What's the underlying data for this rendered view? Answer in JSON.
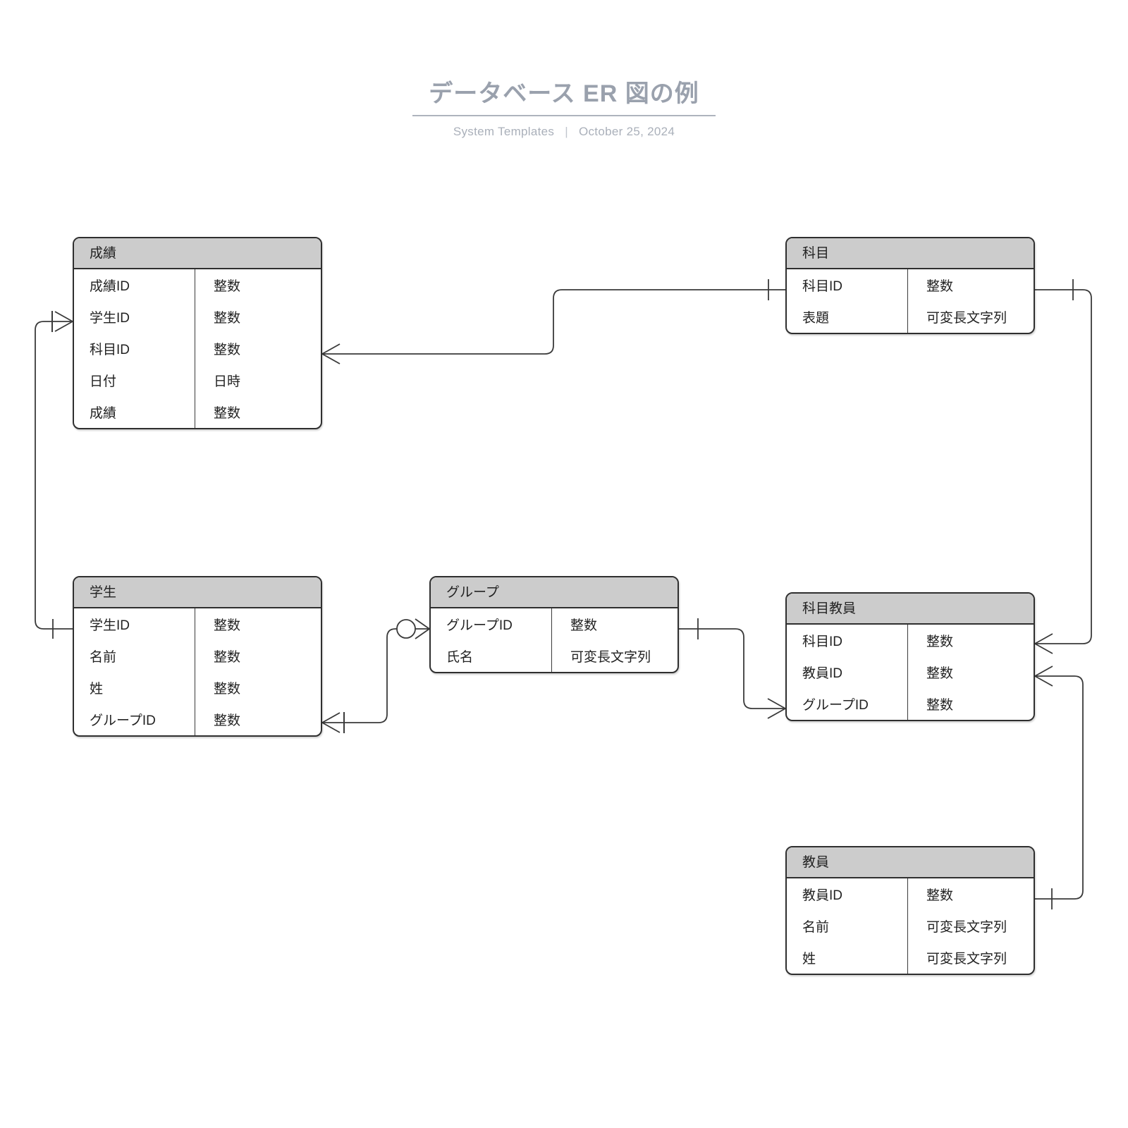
{
  "header": {
    "title": "データベース ER 図の例",
    "subtitle_left": "System Templates",
    "subtitle_sep": "|",
    "subtitle_right": "October 25, 2024"
  },
  "colors": {
    "title_text": "#9aa1ad",
    "subtitle_text": "#aab0ba",
    "entity_header_bg": "#cccccc",
    "entity_border": "#2f2f2f",
    "connector_line": "#3a3a3a",
    "page_bg": "#ffffff"
  },
  "diagram": {
    "type": "er-diagram",
    "notation": "crow's-foot",
    "entities": [
      {
        "id": "grades",
        "name": "成績",
        "attributes": [
          {
            "name": "成績ID",
            "type": "整数"
          },
          {
            "name": "学生ID",
            "type": "整数"
          },
          {
            "name": "科目ID",
            "type": "整数"
          },
          {
            "name": "日付",
            "type": "日時"
          },
          {
            "name": "成績",
            "type": "整数"
          }
        ]
      },
      {
        "id": "subject",
        "name": "科目",
        "attributes": [
          {
            "name": "科目ID",
            "type": "整数"
          },
          {
            "name": "表題",
            "type": "可変長文字列"
          }
        ]
      },
      {
        "id": "student",
        "name": "学生",
        "attributes": [
          {
            "name": "学生ID",
            "type": "整数"
          },
          {
            "name": "名前",
            "type": "整数"
          },
          {
            "name": "姓",
            "type": "整数"
          },
          {
            "name": "グループID",
            "type": "整数"
          }
        ]
      },
      {
        "id": "group",
        "name": "グループ",
        "attributes": [
          {
            "name": "グループID",
            "type": "整数"
          },
          {
            "name": "氏名",
            "type": "可変長文字列"
          }
        ]
      },
      {
        "id": "subject_teacher",
        "name": "科目教員",
        "attributes": [
          {
            "name": "科目ID",
            "type": "整数"
          },
          {
            "name": "教員ID",
            "type": "整数"
          },
          {
            "name": "グループID",
            "type": "整数"
          }
        ]
      },
      {
        "id": "teacher",
        "name": "教員",
        "attributes": [
          {
            "name": "教員ID",
            "type": "整数"
          },
          {
            "name": "名前",
            "type": "可変長文字列"
          },
          {
            "name": "姓",
            "type": "可変長文字列"
          }
        ]
      }
    ],
    "relationships": [
      {
        "id": "rel-student-grades",
        "from": "student.学生ID",
        "to": "grades.学生ID",
        "from_card": "one",
        "to_card": "many"
      },
      {
        "id": "rel-grades-subject",
        "from": "grades.科目ID",
        "to": "subject.科目ID",
        "from_card": "many",
        "to_card": "one"
      },
      {
        "id": "rel-group-student",
        "from": "group.グループID",
        "to": "student.グループID",
        "from_card": "zero-or-many",
        "to_card": "many"
      },
      {
        "id": "rel-group-subjteach",
        "from": "group.グループID",
        "to": "subject_teacher.グループID",
        "from_card": "one",
        "to_card": "many"
      },
      {
        "id": "rel-subject-subjteach",
        "from": "subject.科目ID",
        "to": "subject_teacher.科目ID",
        "from_card": "one",
        "to_card": "many"
      },
      {
        "id": "rel-teacher-subjteach",
        "from": "teacher.教員ID",
        "to": "subject_teacher.教員ID",
        "from_card": "one",
        "to_card": "many"
      }
    ]
  }
}
